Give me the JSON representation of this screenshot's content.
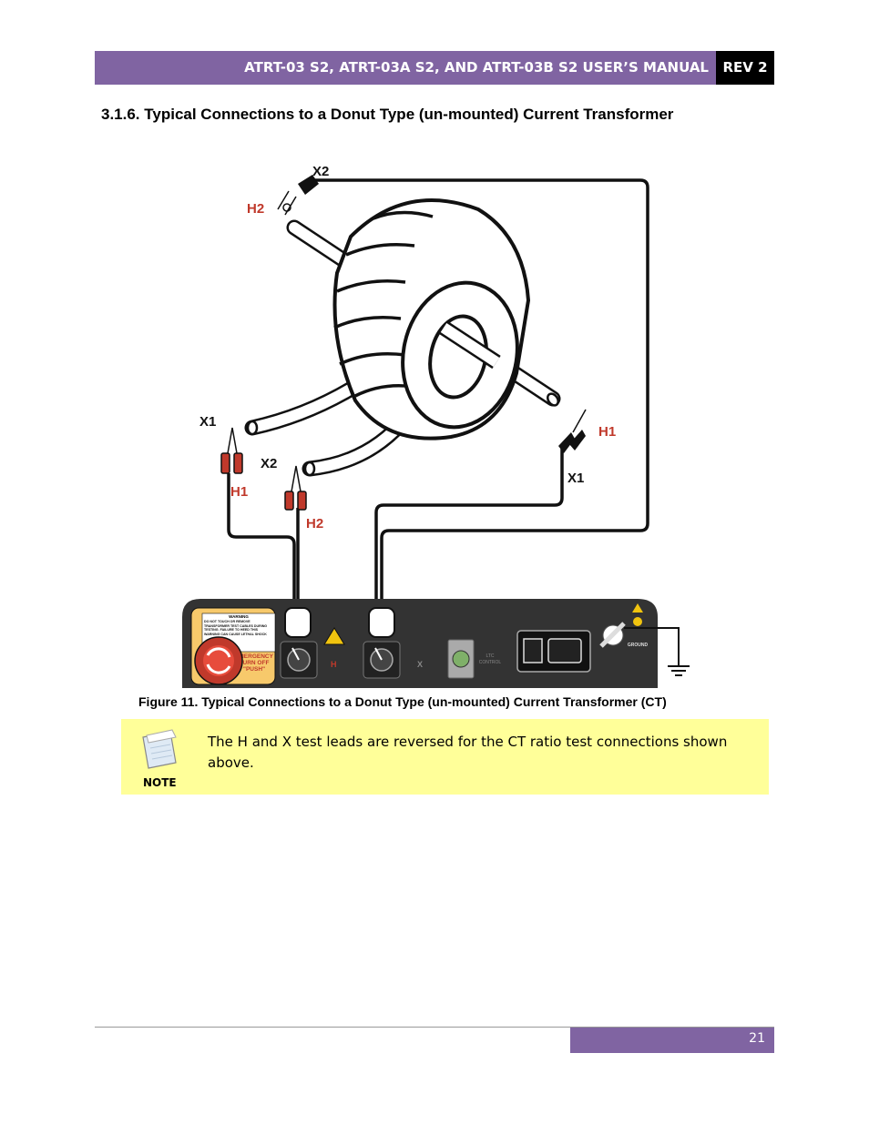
{
  "header": {
    "title": "ATRT-03 S2, ATRT-03A S2, AND ATRT-03B S2 USER’S MANUAL",
    "rev": "REV 2"
  },
  "section": {
    "title": "3.1.6.  Typical Connections to a Donut Type (un-mounted) Current Transformer"
  },
  "figure": {
    "labels": {
      "x2_top": "X2",
      "h2_top": "H2",
      "x1_left": "X1",
      "h1_left": "H1",
      "x2_mid": "X2",
      "h2_mid": "H2",
      "h1_right": "H1",
      "x1_right": "X1"
    },
    "panel": {
      "warning": "WARNING",
      "warning_text": "DO NOT TOUCH OR REMOVE TRANSFORMER TEST CABLES DURING TESTING. FAILURE TO HEED THIS WARNING CAN CAUSE LETHAL SHOCK",
      "emergency_line1": "EMERGENCY",
      "emergency_line2": "TURN OFF",
      "emergency_line3": "\"PUSH\"",
      "h_label": "H",
      "x_label": "X",
      "ltc_line1": "LTC",
      "ltc_line2": "CONTROL",
      "ground_label": "GROUND"
    },
    "colors": {
      "red_label": "#c0392b",
      "clip_red": "#c0392b",
      "panel": "#333333"
    }
  },
  "caption": "Figure 11. Typical Connections to a Donut Type (un-mounted) Current Transformer (CT)",
  "note": {
    "label": "NOTE",
    "text": "The H and X test leads are reversed for the CT ratio test connections shown above."
  },
  "footer": {
    "page_number": "21"
  }
}
